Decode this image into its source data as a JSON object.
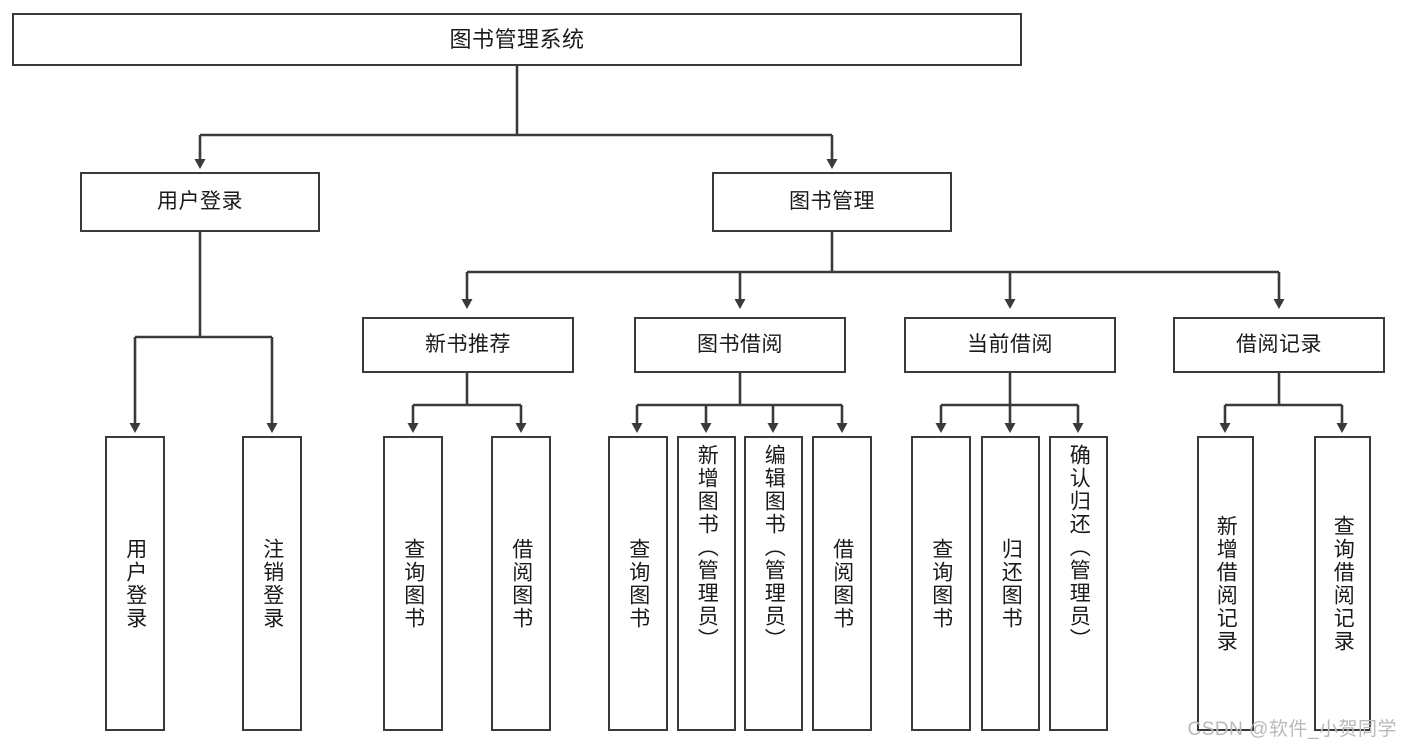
{
  "diagram": {
    "type": "tree",
    "title": "图书管理系统",
    "watermark": "CSDN @软件_小贺同学",
    "colors": {
      "box_border": "#3a3a3a",
      "box_fill": "#ffffff",
      "edge": "#3a3a3a",
      "text": "#1a1a1a",
      "watermark": "#b9b9b9",
      "background": "#ffffff"
    },
    "nodes": {
      "root": {
        "label": "图书管理系统"
      },
      "level1": [
        {
          "id": "user-login",
          "label": "用户登录"
        },
        {
          "id": "book-manage",
          "label": "图书管理"
        }
      ],
      "level2": [
        {
          "id": "new-book-recommend",
          "label": "新书推荐"
        },
        {
          "id": "book-borrow",
          "label": "图书借阅"
        },
        {
          "id": "current-borrow",
          "label": "当前借阅"
        },
        {
          "id": "borrow-record",
          "label": "借阅记录"
        }
      ],
      "leaves": {
        "user-login": [
          {
            "id": "leaf-user-login",
            "label": "用户登录"
          },
          {
            "id": "leaf-logout",
            "label": "注销登录"
          }
        ],
        "new-book-recommend": [
          {
            "id": "leaf-query-book-1",
            "label": "查询图书"
          },
          {
            "id": "leaf-borrow-book-1",
            "label": "借阅图书"
          }
        ],
        "book-borrow": [
          {
            "id": "leaf-query-book-2",
            "label": "查询图书"
          },
          {
            "id": "leaf-add-book",
            "label": "新增图书（管理员）"
          },
          {
            "id": "leaf-edit-book",
            "label": "编辑图书（管理员）"
          },
          {
            "id": "leaf-borrow-book-2",
            "label": "借阅图书"
          }
        ],
        "current-borrow": [
          {
            "id": "leaf-query-book-3",
            "label": "查询图书"
          },
          {
            "id": "leaf-return-book",
            "label": "归还图书"
          },
          {
            "id": "leaf-confirm-return",
            "label": "确认归还（管理员）"
          }
        ],
        "borrow-record": [
          {
            "id": "leaf-add-record",
            "label": "新增借阅记录"
          },
          {
            "id": "leaf-query-record",
            "label": "查询借阅记录"
          }
        ]
      }
    },
    "edges": [
      {
        "from": "图书管理系统",
        "to": "用户登录"
      },
      {
        "from": "图书管理系统",
        "to": "图书管理"
      },
      {
        "from": "用户登录",
        "to": "用户登录"
      },
      {
        "from": "用户登录",
        "to": "注销登录"
      },
      {
        "from": "图书管理",
        "to": "新书推荐"
      },
      {
        "from": "图书管理",
        "to": "图书借阅"
      },
      {
        "from": "图书管理",
        "to": "当前借阅"
      },
      {
        "from": "图书管理",
        "to": "借阅记录"
      },
      {
        "from": "新书推荐",
        "to": "查询图书"
      },
      {
        "from": "新书推荐",
        "to": "借阅图书"
      },
      {
        "from": "图书借阅",
        "to": "查询图书"
      },
      {
        "from": "图书借阅",
        "to": "新增图书（管理员）"
      },
      {
        "from": "图书借阅",
        "to": "编辑图书（管理员）"
      },
      {
        "from": "图书借阅",
        "to": "借阅图书"
      },
      {
        "from": "当前借阅",
        "to": "查询图书"
      },
      {
        "from": "当前借阅",
        "to": "归还图书"
      },
      {
        "from": "当前借阅",
        "to": "确认归还（管理员）"
      },
      {
        "from": "借阅记录",
        "to": "新增借阅记录"
      },
      {
        "from": "借阅记录",
        "to": "查询借阅记录"
      }
    ]
  }
}
